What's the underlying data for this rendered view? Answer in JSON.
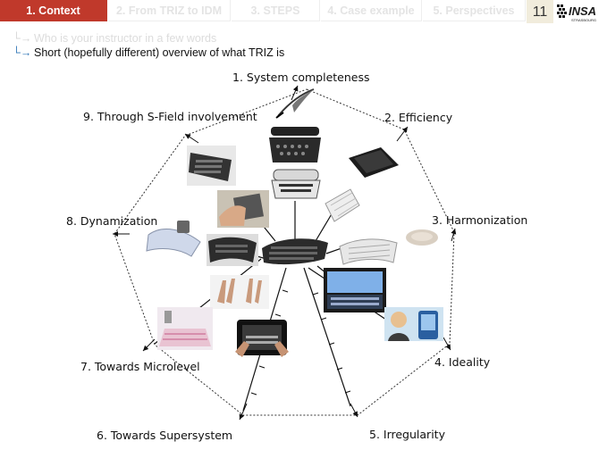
{
  "nav": {
    "tabs": [
      {
        "label": "1. Context",
        "active": true
      },
      {
        "label": "2. From TRIZ to IDM",
        "active": false
      },
      {
        "label": "3. STEPS",
        "active": false
      },
      {
        "label": "4. Case example",
        "active": false
      },
      {
        "label": "5. Perspectives",
        "active": false
      }
    ],
    "page_number": "11",
    "logo_text": "INSA",
    "logo_subtext": "STRASBOURG"
  },
  "bullets": [
    {
      "text": "Who is your instructor in a few words",
      "dimmed": true
    },
    {
      "text": "Short (hopefully different) overview of what TRIZ is",
      "dimmed": false
    }
  ],
  "diagram": {
    "laws": [
      "1. System completeness",
      "2. Efficiency",
      "3. Harmonization",
      "4. Ideality",
      "5. Irregularity",
      "6. Towards Supersystem",
      "7. Towards Microlevel",
      "8. Dynamization",
      "9. Through S-Field involvement"
    ],
    "images": [
      "quill-pen",
      "typewriter-old",
      "typewriter-electric",
      "ergonomic-keyboard-black",
      "slim-keyboard",
      "handheld-keyboard",
      "hands-on-keyboard",
      "rollup-keyboard",
      "central-keyboard",
      "flexible-keyboard",
      "ergonomic-split-keyboard",
      "wrist-rest",
      "touchscreen-keyboard",
      "hands-touchscreen",
      "speech-phone",
      "tablet-keyboard",
      "laser-projection-keyboard"
    ],
    "colors": {
      "active_tab": "#c0392b",
      "page_num_bg": "#f1ecdc",
      "arrow_blue": "#2e75b6"
    }
  }
}
